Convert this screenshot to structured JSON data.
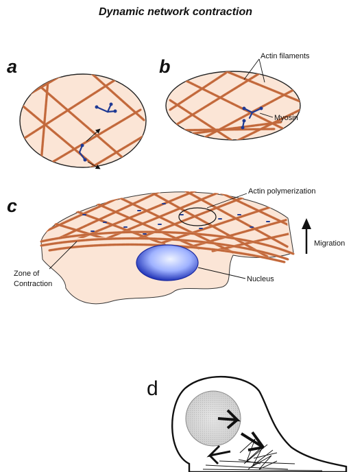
{
  "title": "Dynamic network contraction",
  "panels": {
    "a": {
      "letter": "a"
    },
    "b": {
      "letter": "b"
    },
    "c": {
      "letter": "c"
    },
    "d": {
      "letter": "d"
    }
  },
  "labels": {
    "actin_filaments": "Actin filaments",
    "myosin": "Myosin",
    "actin_polymerization": "Actin polymerization",
    "migration": "Migration",
    "zone_of_contraction_line1": "Zone of",
    "zone_of_contraction_line2": "Contraction",
    "nucleus": "Nucleus"
  },
  "colors": {
    "cell_fill": "#fbe5d6",
    "actin": "#c2693c",
    "myosin": "#1f3a94",
    "nucleus_center": "#dde7ff",
    "nucleus_edge": "#2336b8"
  }
}
